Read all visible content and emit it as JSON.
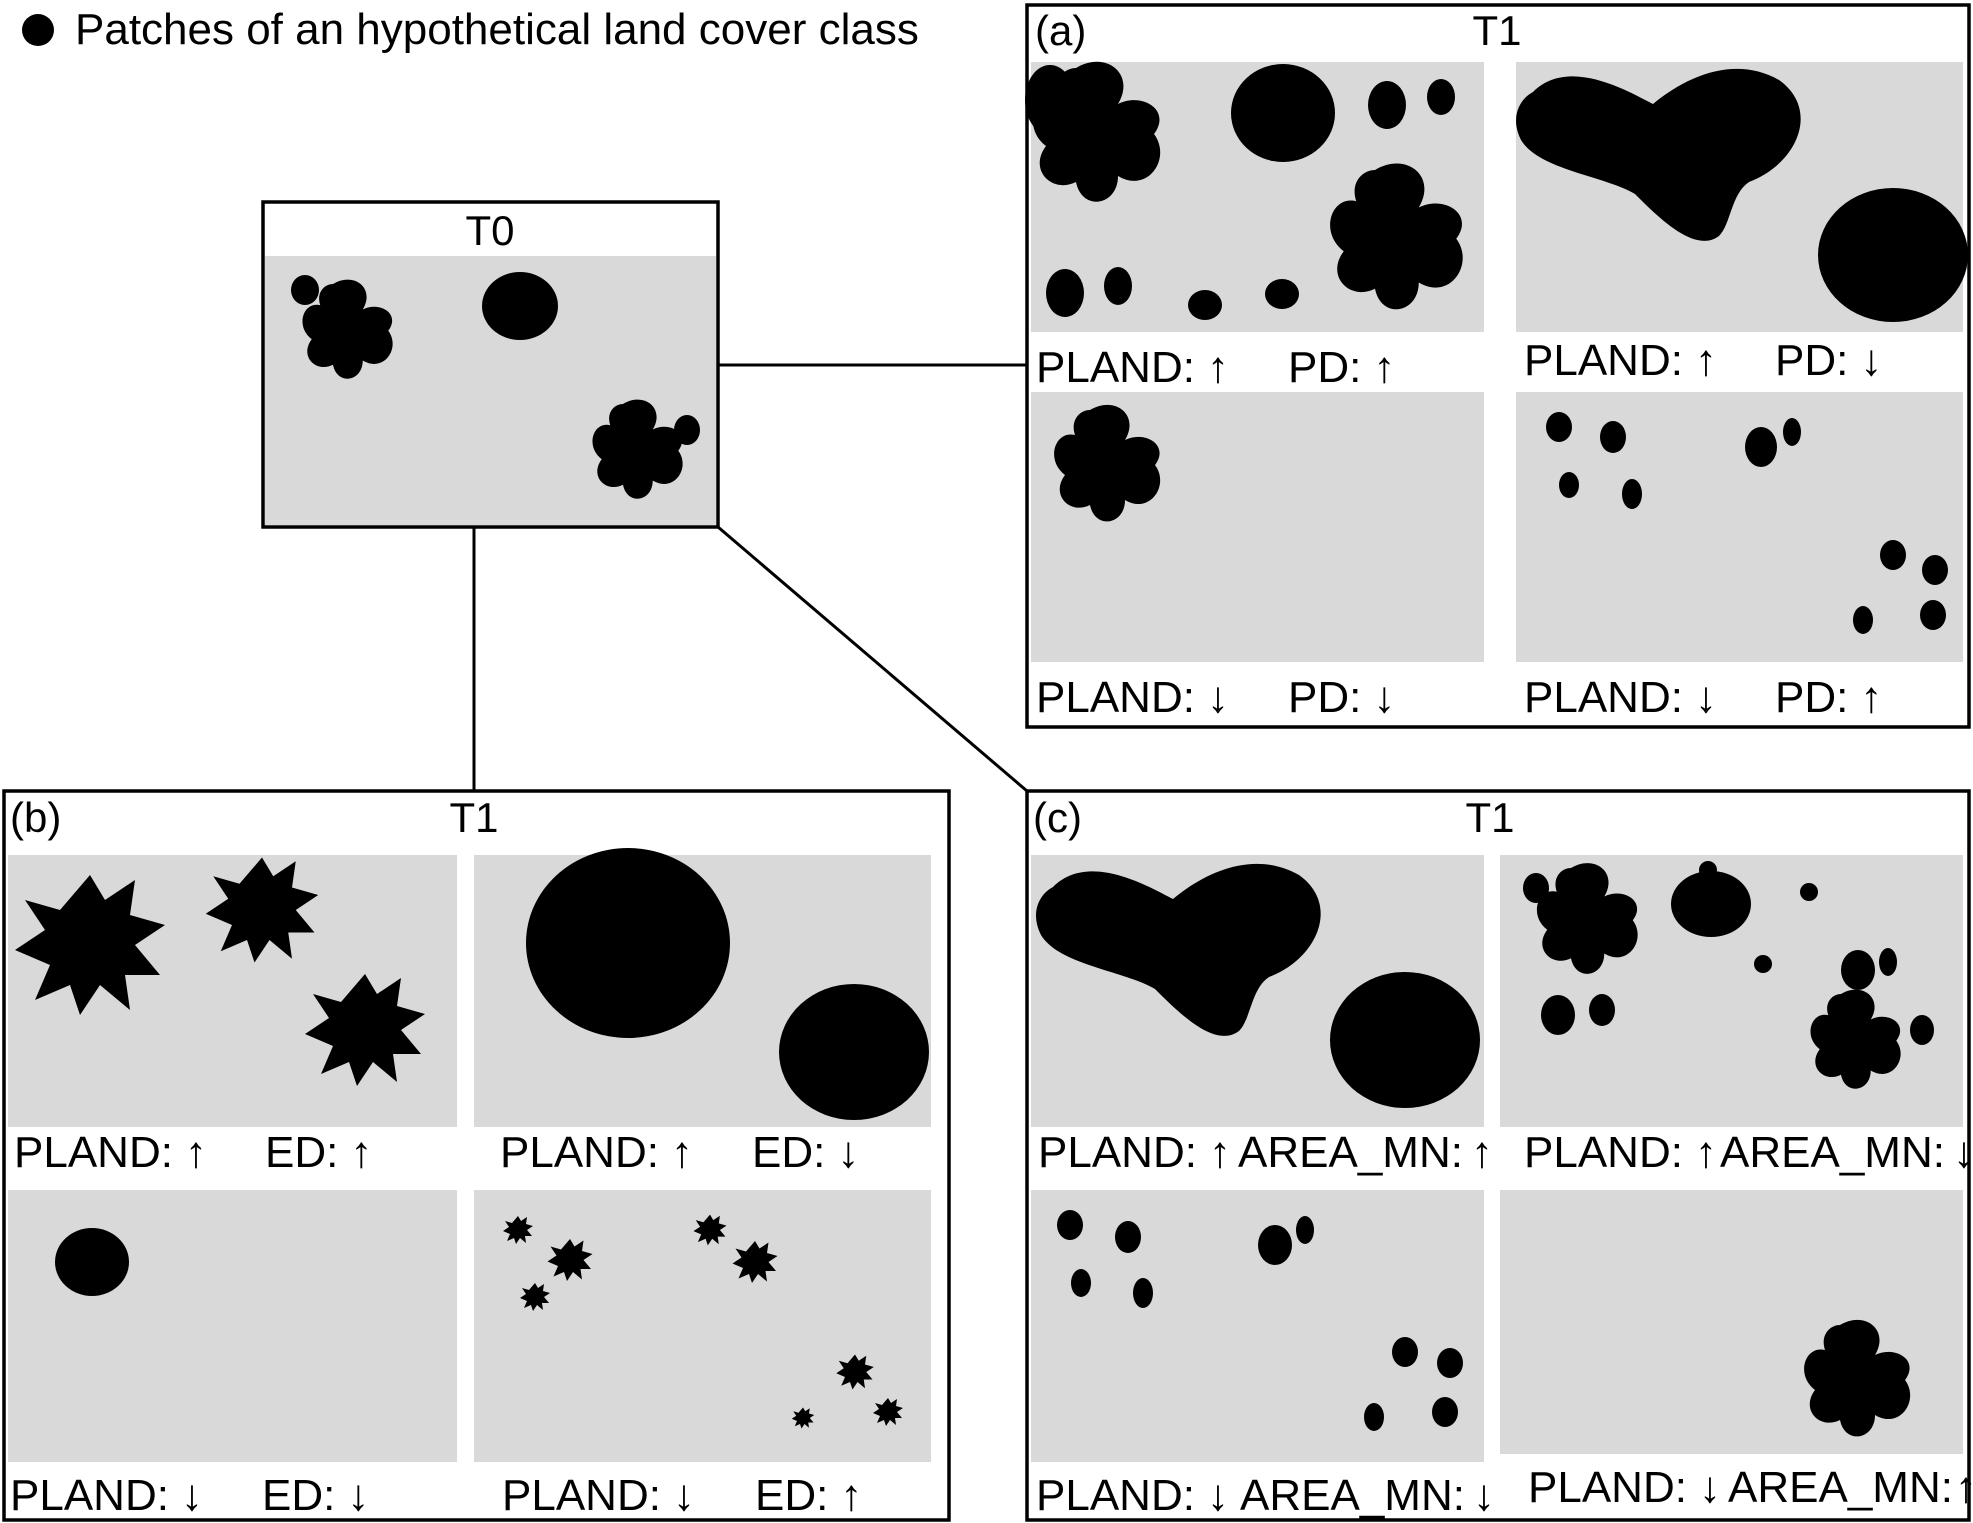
{
  "legend": {
    "text": "Patches of an hypothetical land cover class"
  },
  "t0": {
    "title": "T0"
  },
  "panel_a": {
    "letter": "(a)",
    "title": "T1",
    "cells": [
      {
        "pland": "PLAND:",
        "pland_dir": "↑",
        "metric": "PD:",
        "metric_dir": "↑"
      },
      {
        "pland": "PLAND:",
        "pland_dir": "↑",
        "metric": "PD:",
        "metric_dir": "↓"
      },
      {
        "pland": "PLAND:",
        "pland_dir": "↓",
        "metric": "PD:",
        "metric_dir": "↓"
      },
      {
        "pland": "PLAND:",
        "pland_dir": "↓",
        "metric": "PD:",
        "metric_dir": "↑"
      }
    ]
  },
  "panel_b": {
    "letter": "(b)",
    "title": "T1",
    "cells": [
      {
        "pland": "PLAND:",
        "pland_dir": "↑",
        "metric": "ED:",
        "metric_dir": "↑"
      },
      {
        "pland": "PLAND:",
        "pland_dir": "↑",
        "metric": "ED:",
        "metric_dir": "↓"
      },
      {
        "pland": "PLAND:",
        "pland_dir": "↓",
        "metric": "ED:",
        "metric_dir": "↓"
      },
      {
        "pland": "PLAND:",
        "pland_dir": "↓",
        "metric": "ED:",
        "metric_dir": "↑"
      }
    ]
  },
  "panel_c": {
    "letter": "(c)",
    "title": "T1",
    "cells": [
      {
        "pland": "PLAND:",
        "pland_dir": "↑",
        "metric": "AREA_MN:",
        "metric_dir": "↑"
      },
      {
        "pland": "PLAND:",
        "pland_dir": "↑",
        "metric": "AREA_MN:",
        "metric_dir": "↓"
      },
      {
        "pland": "PLAND:",
        "pland_dir": "↓",
        "metric": "AREA_MN:",
        "metric_dir": "↓"
      },
      {
        "pland": "PLAND:",
        "pland_dir": "↓",
        "metric": "AREA_MN:",
        "metric_dir": "↑"
      }
    ]
  }
}
